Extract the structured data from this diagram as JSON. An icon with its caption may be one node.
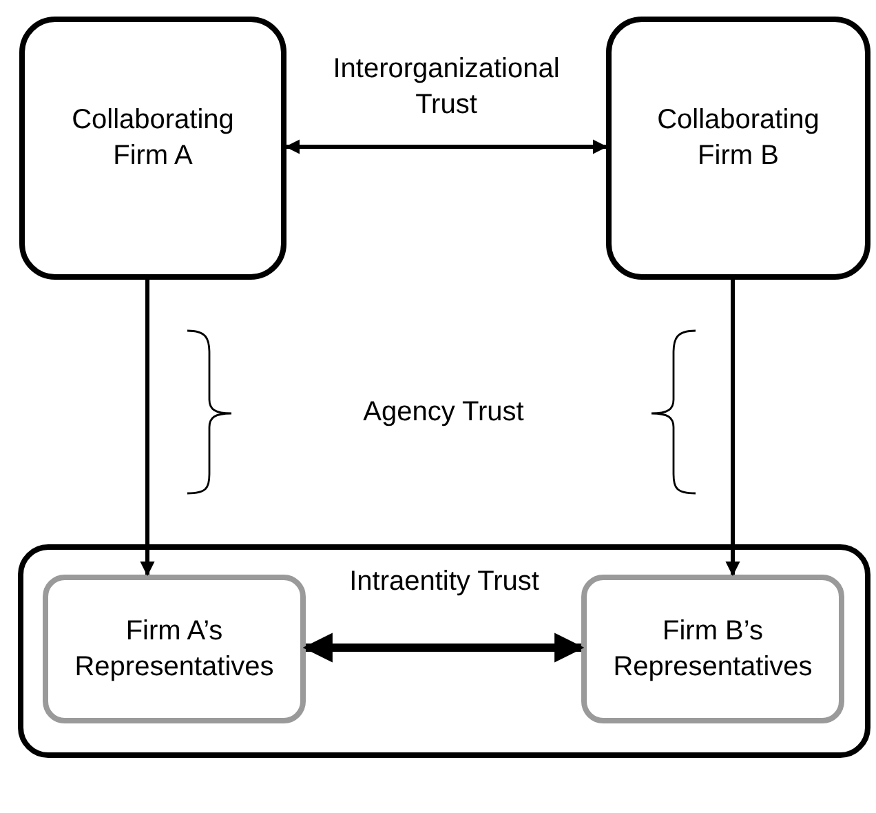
{
  "diagram": {
    "nodes": [
      {
        "text": [
          "Collaborating Firm A"
        ]
      },
      {
        "text": [
          "Collaborating Firm B"
        ]
      },
      {
        "text": [
          "Intraentity Trust"
        ]
      },
      {
        "text": [
          "Firm A’s Representatives"
        ],
        "in": 2
      },
      {
        "text": [
          "Firm B’s Representatives"
        ],
        "in": 2
      }
    ],
    "edges": [
      {
        "from": 0,
        "to": 1,
        "arrow": "both",
        "label": "Interorganizational Trust"
      },
      {
        "from": 0,
        "to": 3,
        "arrow": "to"
      },
      {
        "from": 1,
        "to": 4,
        "arrow": "to"
      },
      {
        "from": 3,
        "to": 4,
        "arrow": "both",
        "style": "thick"
      }
    ],
    "labels": [
      "Agency Trust"
    ]
  }
}
